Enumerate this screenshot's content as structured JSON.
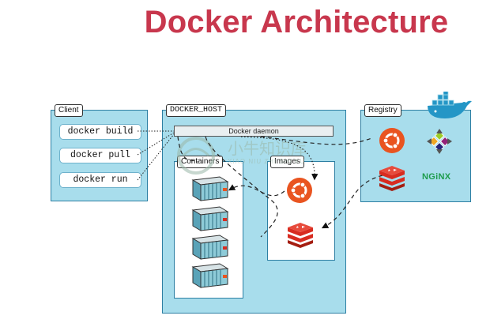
{
  "title": "Docker Architecture",
  "client": {
    "label": "Client",
    "commands": [
      "docker build",
      "docker pull",
      "docker run"
    ]
  },
  "host": {
    "label": "DOCKER_HOST",
    "daemon": "Docker daemon",
    "containers_label": "Containers",
    "images_label": "Images"
  },
  "registry": {
    "label": "Registry",
    "nginx_text": "NGiNX"
  },
  "watermark": {
    "text": "小牛知识库",
    "sub": "XIAO NIU ZHI SHI KU"
  },
  "colors": {
    "title": "#c8374d",
    "panel": "#a8ddec",
    "ubuntu": "#e95420",
    "redis": "#d82c20",
    "nginx": "#1d9c4c"
  },
  "icons": [
    "docker-whale-icon",
    "ubuntu-icon",
    "redis-icon",
    "centos-icon",
    "nginx-logo",
    "container-icon"
  ]
}
